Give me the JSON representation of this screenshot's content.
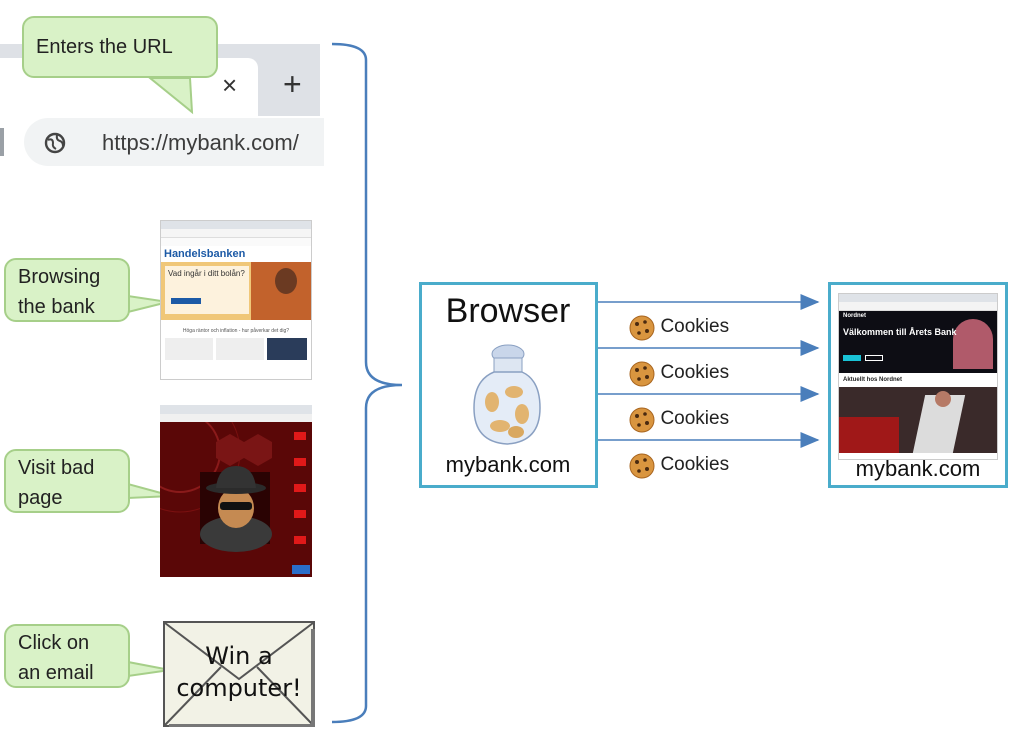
{
  "browser_fragment": {
    "tab_close_glyph": "×",
    "new_tab_glyph": "+",
    "url": "https://mybank.com/"
  },
  "callouts": {
    "enters_url": "Enters the URL",
    "browsing_line1": "Browsing",
    "browsing_line2": "the bank",
    "visit_line1": "Visit bad",
    "visit_line2": "page",
    "click_line1": "Click on",
    "click_line2": "an email"
  },
  "bank_thumb": {
    "brand": "Handelsbanken",
    "headline": "Vad ingår i ditt bolån?",
    "sub": "Höga räntor och inflation - hur påverkar det dig?"
  },
  "email": {
    "line1": "Win a",
    "line2": "computer!"
  },
  "browser_box": {
    "title": "Browser",
    "domain": "mybank.com"
  },
  "cookies": [
    "Cookies",
    "Cookies",
    "Cookies",
    "Cookies"
  ],
  "server_box": {
    "brand": "Nordnet",
    "headline": "Välkommen till Årets Bank",
    "section": "Aktuellt hos Nordnet",
    "domain": "mybank.com"
  },
  "colors": {
    "accent_blue": "#4aaccb",
    "arrow_blue": "#4a7ebb",
    "callout_fill": "#d9f2c7",
    "callout_border": "#a6cf89"
  }
}
